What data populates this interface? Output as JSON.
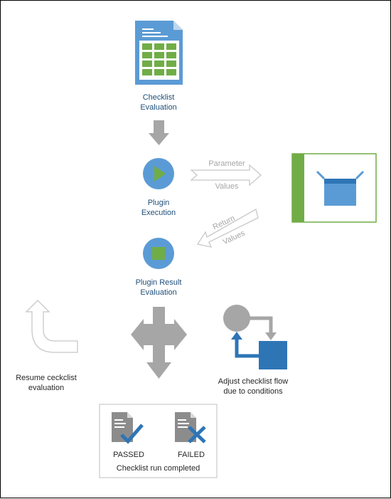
{
  "checklist": {
    "line1": "Checklist",
    "line2": "Evaluation"
  },
  "plugin_exec": {
    "line1": "Plugin",
    "line2": "Execution"
  },
  "plugin_result": {
    "line1": "Plugin Result",
    "line2": "Evaluation"
  },
  "param_arrow": {
    "line1": "Parameter",
    "line2": "Values"
  },
  "return_arrow": {
    "line1": "Return",
    "line2": "Values"
  },
  "resume": {
    "line1": "Resume ceckclist",
    "line2": "evaluation"
  },
  "adjust": {
    "line1": "Adjust checklist flow",
    "line2": "due to conditions"
  },
  "completion": {
    "passed": "PASSED",
    "failed": "FAILED",
    "caption": "Checklist run completed"
  },
  "colors": {
    "blue": "#5b9bd5",
    "green": "#70ad47",
    "arrow_gray": "#a6a6a6",
    "dark_blue": "#2e75b6",
    "doc_gray": "#8c8c8c"
  },
  "icons": [
    "spreadsheet-icon",
    "play-icon",
    "stop-icon",
    "box-icon",
    "flow-cycle-icon",
    "passed-document-icon",
    "failed-document-icon"
  ]
}
